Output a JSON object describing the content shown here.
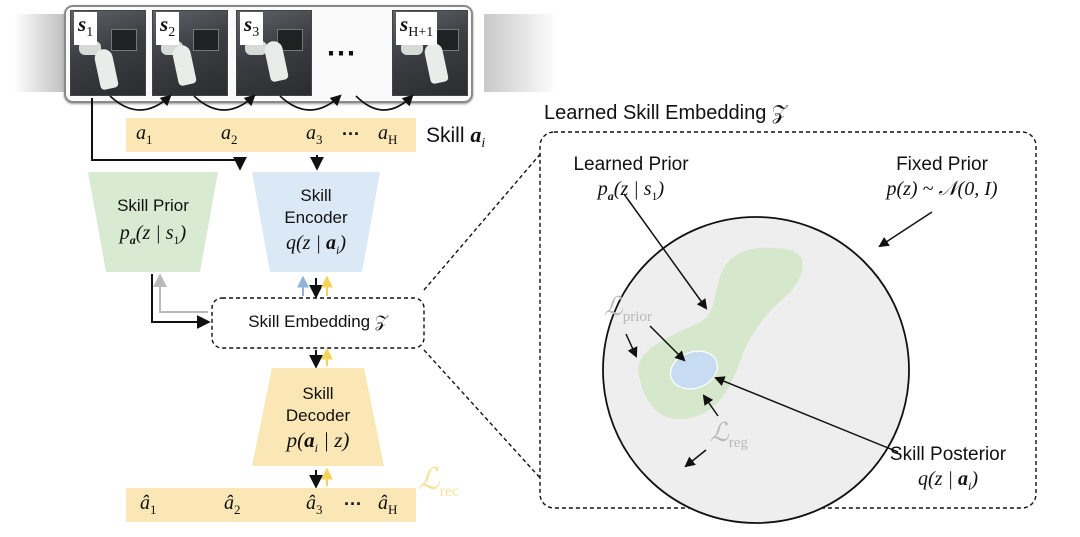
{
  "frames": [
    {
      "label": "s",
      "sub": "1"
    },
    {
      "label": "s",
      "sub": "2"
    },
    {
      "label": "s",
      "sub": "3"
    },
    {
      "label": "s",
      "sub": "H+1"
    }
  ],
  "frames_ellipsis": "⋯",
  "actions": {
    "items": [
      {
        "base": "a",
        "sub": "1"
      },
      {
        "base": "a",
        "sub": "2"
      },
      {
        "base": "a",
        "sub": "3"
      },
      {
        "base": "a",
        "sub": "H"
      }
    ],
    "ellipsis": "···",
    "skill_label": "Skill ",
    "skill_var": "a",
    "skill_var_sub": "i"
  },
  "skill_prior": {
    "line1": "Skill Prior",
    "formula": "p_a(z | s_1)"
  },
  "skill_encoder": {
    "line1": "Skill",
    "line2": "Encoder",
    "formula": "q(z | a_i)"
  },
  "skill_embedding": {
    "label": "Skill Embedding 𝒵"
  },
  "skill_decoder": {
    "line1": "Skill",
    "line2": "Decoder",
    "formula": "p(a_i | z)"
  },
  "recon": {
    "items": [
      {
        "base": "â",
        "sub": "1"
      },
      {
        "base": "â",
        "sub": "2"
      },
      {
        "base": "â",
        "sub": "3"
      },
      {
        "base": "â",
        "sub": "H"
      }
    ],
    "ellipsis": "···",
    "loss_label": "ℒ",
    "loss_sub": "rec"
  },
  "panel": {
    "title": "Learned Skill Embedding 𝒵",
    "learned_prior": {
      "line1": "Learned Prior",
      "formula": "p_a(z | s_1)"
    },
    "fixed_prior": {
      "line1": "Fixed Prior",
      "formula": "p(z) ~ 𝒩(0, I)"
    },
    "l_prior": {
      "base": "ℒ",
      "sub": "prior"
    },
    "l_reg": {
      "base": "ℒ",
      "sub": "reg"
    },
    "posterior": {
      "line1": "Skill Posterior",
      "formula": "q(z | a_i)"
    }
  },
  "colors": {
    "prior_fill": "#d9ead3",
    "encoder_fill": "#dbe8f6",
    "decoder_fill": "#fbe7b5",
    "action_bar": "#fbe7b5",
    "blue_arrow": "#8fb3d9",
    "yellow_arrow": "#f5d35a",
    "grey_arrow": "#b9b9b9",
    "loss_text": "#f7e29b",
    "panel_circle": "#eeeeee",
    "prior_blob": "#d5e8cc",
    "posterior_ellipse": "#c7dbf2"
  }
}
